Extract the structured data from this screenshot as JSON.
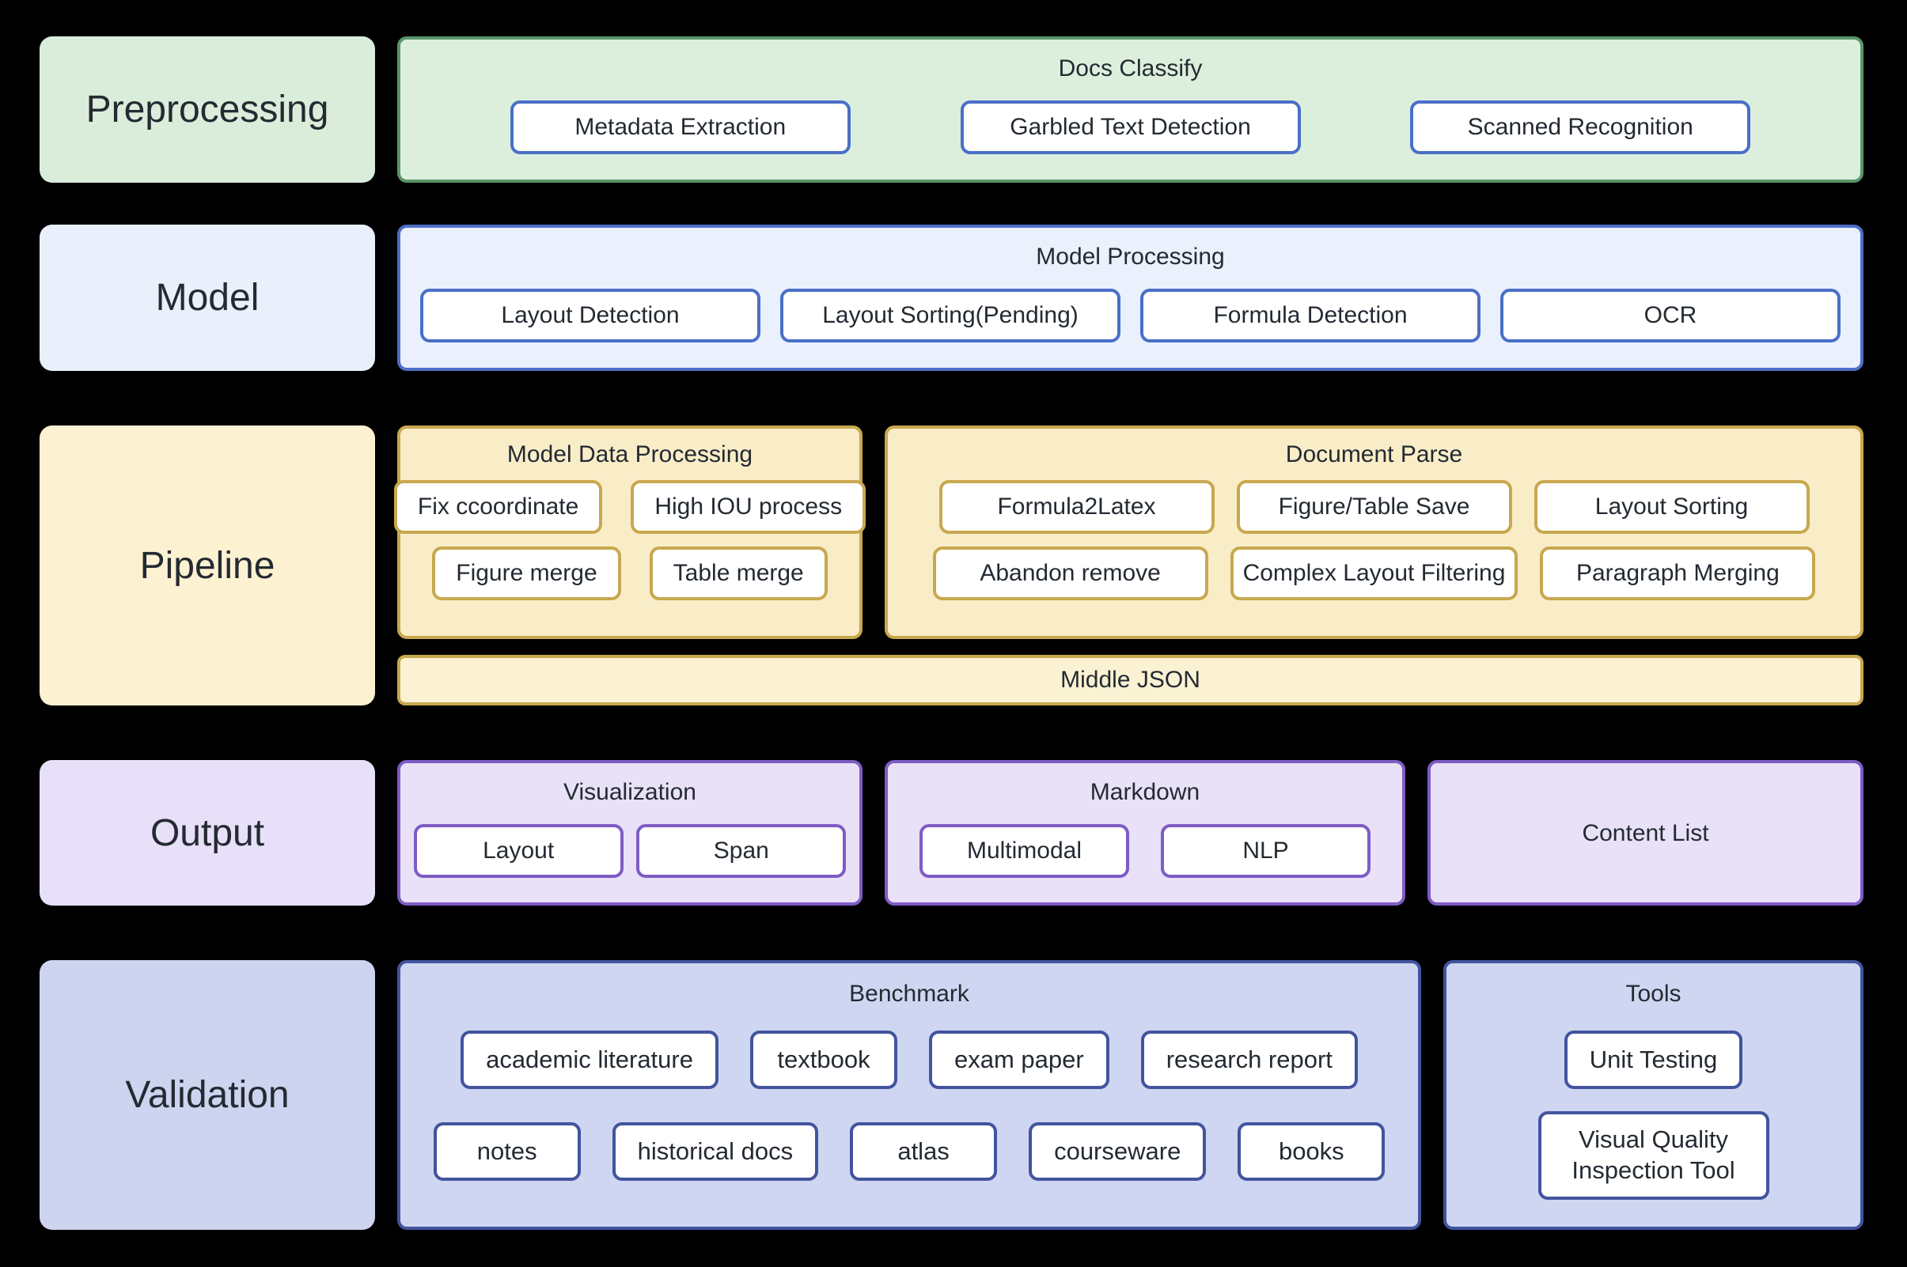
{
  "diagram": {
    "rows": {
      "preprocessing": {
        "label": "Preprocessing",
        "docs_classify": {
          "title": "Docs Classify",
          "buttons": [
            "Metadata Extraction",
            "Garbled Text Detection",
            "Scanned Recognition"
          ]
        }
      },
      "model": {
        "label": "Model",
        "model_processing": {
          "title": "Model Processing",
          "buttons": [
            "Layout Detection",
            "Layout Sorting(Pending)",
            "Formula Detection",
            "OCR"
          ]
        }
      },
      "pipeline": {
        "label": "Pipeline",
        "model_data_processing": {
          "title": "Model Data Processing",
          "row1": [
            "Fix ccoordinate",
            "High IOU process"
          ],
          "row2": [
            "Figure merge",
            "Table merge"
          ]
        },
        "document_parse": {
          "title": "Document Parse",
          "row1": [
            "Formula2Latex",
            "Figure/Table Save",
            "Layout Sorting"
          ],
          "row2": [
            "Abandon remove",
            "Complex Layout Filtering",
            "Paragraph Merging"
          ]
        },
        "middle_json": "Middle JSON"
      },
      "output": {
        "label": "Output",
        "visualization": {
          "title": "Visualization",
          "buttons": [
            "Layout",
            "Span"
          ]
        },
        "markdown": {
          "title": "Markdown",
          "buttons": [
            "Multimodal",
            "NLP"
          ]
        },
        "content_list": {
          "title": "Content List"
        }
      },
      "validation": {
        "label": "Validation",
        "benchmark": {
          "title": "Benchmark",
          "row1": [
            "academic literature",
            "textbook",
            "exam paper",
            "research report"
          ],
          "row2": [
            "notes",
            "historical docs",
            "atlas",
            "courseware",
            "books"
          ]
        },
        "tools": {
          "title": "Tools",
          "buttons": [
            "Unit Testing",
            "Visual Quality Inspection Tool"
          ]
        }
      }
    },
    "colors": {
      "background": "#000000",
      "text": "#242a32",
      "green": {
        "label": "#daeddb",
        "fill": "#dcefdd",
        "border": "#5b9668",
        "button_border": "#4a6fc8"
      },
      "blue": {
        "label": "#e9effb",
        "fill": "#eaf0fc",
        "border": "#4e6ec6",
        "button_border": "#4a6fc8"
      },
      "yellow": {
        "label": "#fcf2d2",
        "fill": "#f9edc8",
        "border": "#c8a84f",
        "button_border": "#c8a84f",
        "banner_fill": "#fbf2d4"
      },
      "purple": {
        "label": "#e7e0f8",
        "fill": "#e8e1f8",
        "border": "#7e5cc4",
        "button_border": "#7e5cc4"
      },
      "navy": {
        "label": "#cdd4ef",
        "fill": "#cfd6f1",
        "border": "#42549e",
        "button_border": "#42549e"
      }
    }
  }
}
